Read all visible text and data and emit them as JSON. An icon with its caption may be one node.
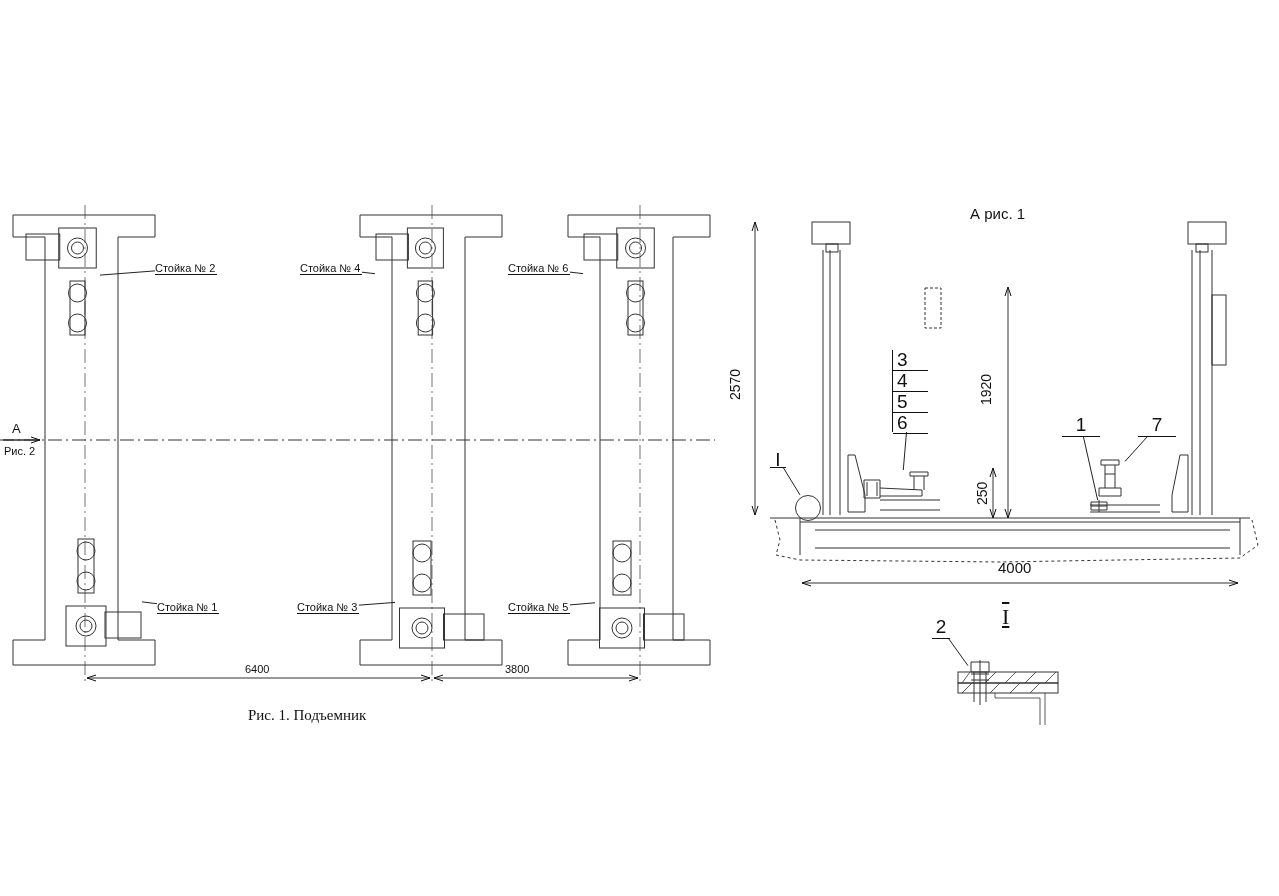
{
  "diagram": {
    "caption": "Рис. 1. Подъемник",
    "nodes": [
      {
        "text": [
          "Стойка № 2"
        ]
      },
      {
        "text": [],
        "shape": "picture"
      },
      {
        "text": [
          "Стойка № 4"
        ]
      },
      {
        "text": [],
        "shape": "picture"
      },
      {
        "text": [
          "Стойка № 6"
        ]
      },
      {
        "text": [],
        "shape": "picture"
      },
      {
        "text": [
          "Стойка № 1"
        ]
      },
      {
        "text": [],
        "shape": "picture"
      },
      {
        "text": [
          "Стойка № 3"
        ]
      },
      {
        "text": [],
        "shape": "picture"
      },
      {
        "text": [
          "Стойка № 5"
        ]
      },
      {
        "text": [],
        "shape": "picture"
      },
      {
        "text": [
          "3",
          "4",
          "5",
          "6"
        ]
      },
      {
        "text": [],
        "shape": "picture"
      },
      {
        "text": [
          "1"
        ]
      },
      {
        "text": [],
        "shape": "picture"
      },
      {
        "text": [
          "7"
        ]
      },
      {
        "text": [],
        "shape": "picture"
      },
      {
        "text": [
          "I"
        ]
      },
      {
        "text": [],
        "shape": "circle"
      },
      {
        "text": [
          "2"
        ]
      },
      {
        "text": [],
        "shape": "picture"
      }
    ],
    "edges": [
      {
        "from": 0,
        "to": 1,
        "arrow": "none"
      },
      {
        "from": 2,
        "to": 3,
        "arrow": "none"
      },
      {
        "from": 4,
        "to": 5,
        "arrow": "none"
      },
      {
        "from": 6,
        "to": 7,
        "arrow": "none"
      },
      {
        "from": 8,
        "to": 9,
        "arrow": "none"
      },
      {
        "from": 10,
        "to": 11,
        "arrow": "none"
      },
      {
        "from": 12,
        "to": 13,
        "arrow": "none"
      },
      {
        "from": 14,
        "to": 15,
        "arrow": "none"
      },
      {
        "from": 16,
        "to": 17,
        "arrow": "none"
      },
      {
        "from": 18,
        "to": 19,
        "arrow": "none"
      },
      {
        "from": 20,
        "to": 21,
        "arrow": "none"
      }
    ],
    "labels": [
      "A",
      "Рис. 2",
      "6400",
      "3800",
      "А рис. 1",
      "2570",
      "1920",
      "250",
      "4000",
      "I"
    ]
  }
}
